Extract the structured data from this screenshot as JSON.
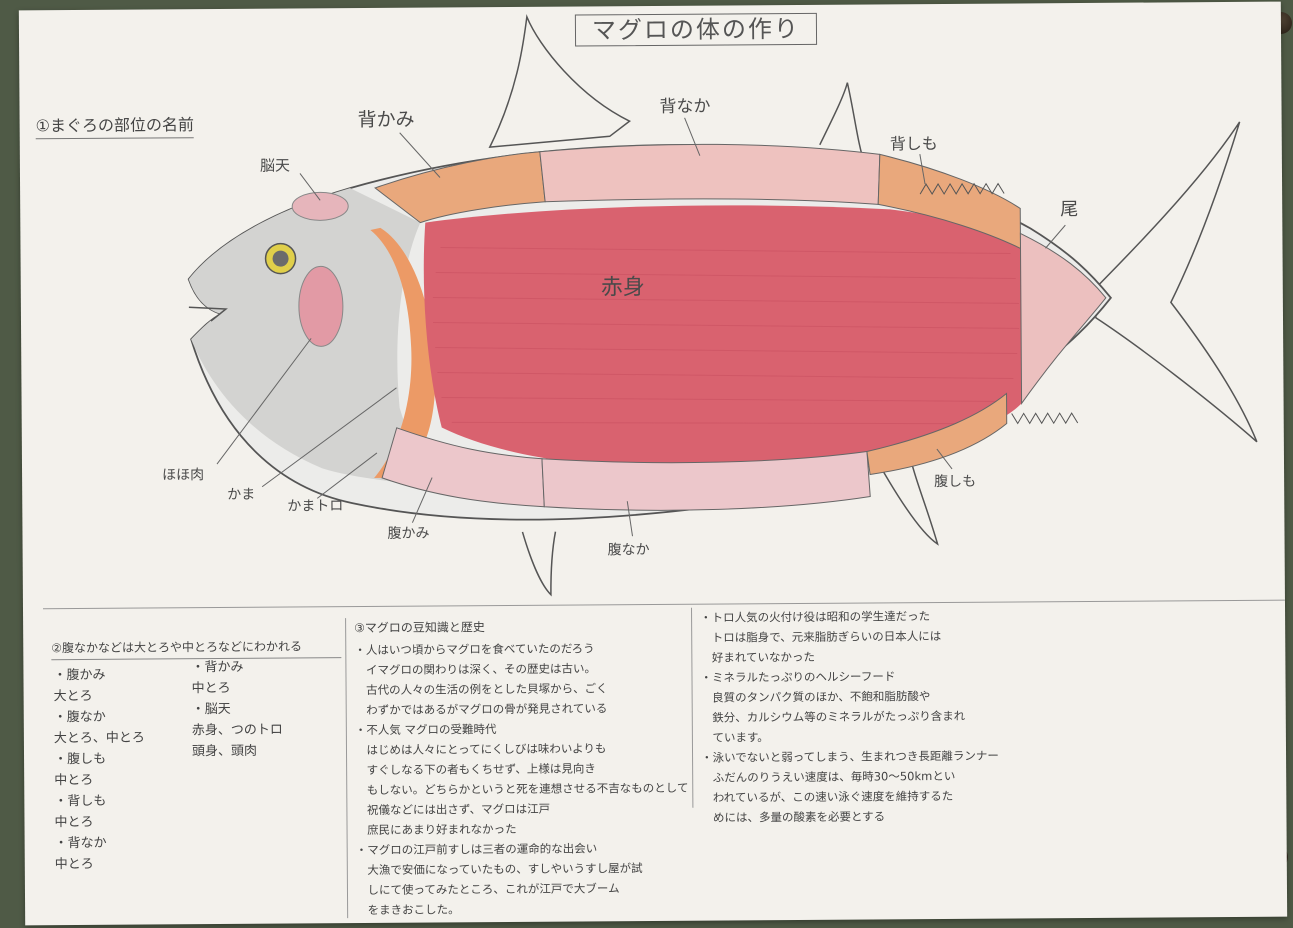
{
  "title": "マグロの体の作り",
  "section1_heading": "①まぐろの部位の名前",
  "labels": {
    "nouten_top": "脳天",
    "sekami": "背かみ",
    "senaka": "背なか",
    "seshimo": "背しも",
    "o": "尾",
    "akami": "赤身",
    "hohoniku": "ほほ肉",
    "kama": "かま",
    "kamatoro": "かまトロ",
    "harakami": "腹かみ",
    "haranaka": "腹なか",
    "harashimo": "腹しも"
  },
  "section2": {
    "heading": "②腹なかなどは大とろや中とろなどにわかれる",
    "left_list": [
      "・腹かみ",
      "大とろ",
      "・腹なか",
      "大とろ、中とろ",
      "・腹しも",
      "中とろ",
      "・背しも",
      "中とろ",
      "・背なか",
      "中とろ"
    ],
    "right_list": [
      "・背かみ",
      "中とろ",
      "・脳天",
      "赤身、つのトロ",
      "頭身、頭肉"
    ]
  },
  "section3": {
    "heading": "③マグロの豆知識と歴史",
    "lines": [
      "・人はいつ頃からマグロを食べていたのだろう",
      "　イマグロの関わりは深く、その歴史は古い。",
      "　古代の人々の生活の例をとした貝塚から、ごく",
      "　わずかではあるがマグロの骨が発見されている",
      "・不人気 マグロの受難時代",
      "　はじめは人々にとってにくしびは味わいよりも",
      "　すぐしなる下の者もくちせず、上様は見向き",
      "　もしない。どちらかというと死を連想させる不吉なものとして",
      "　祝儀などには出さず、マグロは江戸",
      "　庶民にあまり好まれなかった",
      "・マグロの江戸前すしは三者の運命的な出会い",
      "　大漁で安価になっていたもの、すしやいうすし屋が試",
      "　しにて使ってみたところ、これが江戸で大ブーム",
      "　をまきおこした。"
    ]
  },
  "section4": {
    "lines": [
      "・トロ人気の火付け役は昭和の学生達だった",
      "　トロは脂身で、元来脂肪ぎらいの日本人には",
      "　好まれていなかった",
      "・ミネラルたっぷりのヘルシーフード",
      "　良質のタンパク質のほか、不飽和脂肪酸や",
      "　鉄分、カルシウム等のミネラルがたっぷり含まれ",
      "　ています。",
      "・泳いでないと弱ってしまう、生まれつき長距離ランナー",
      "　ふだんのりうえい速度は、毎時30〜50kmとい",
      "　われているが、この速い泳ぐ速度を維持するた",
      "　めには、多量の酸素を必要とする"
    ]
  },
  "colors": {
    "paper": "#f3f1ec",
    "akami": "#d9626f",
    "orange_band": "#e8a070",
    "pink_band": "#ebc3c8",
    "head": "#cfcfcf",
    "eye": "#e0cf4a"
  }
}
